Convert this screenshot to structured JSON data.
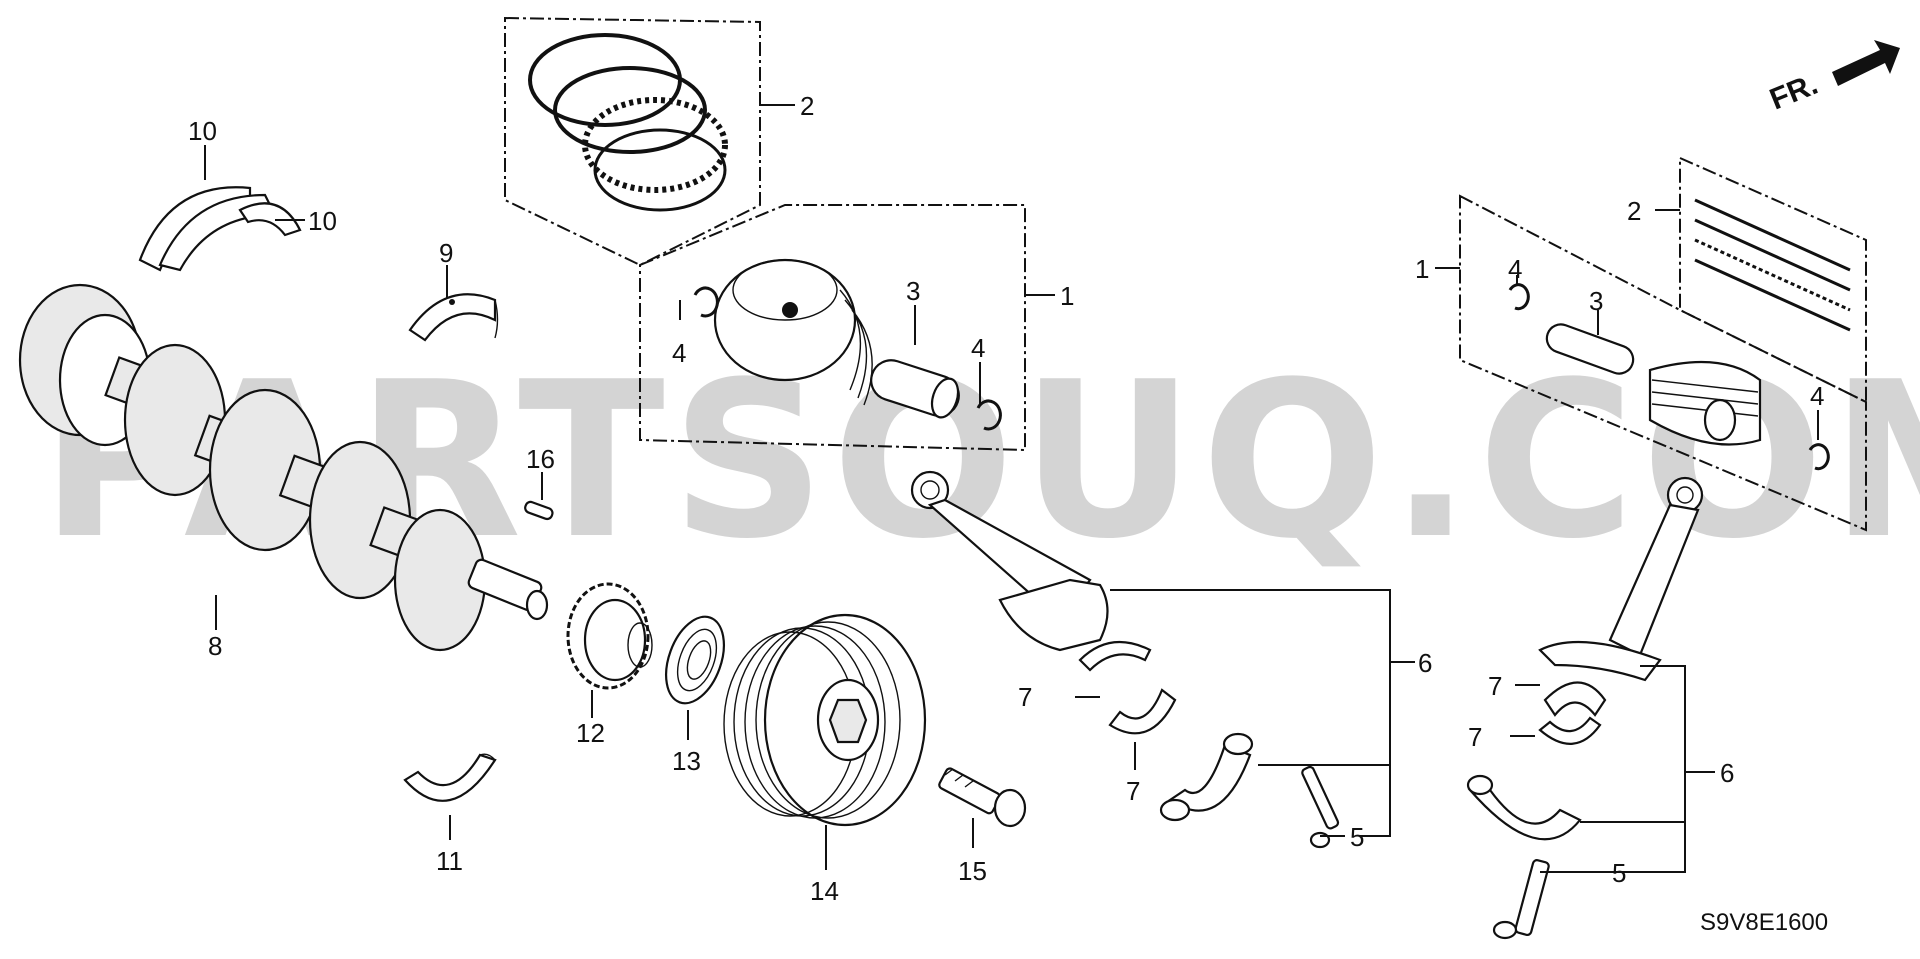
{
  "diagram": {
    "orientation_label": "FR.",
    "diagram_code": "S9V8E1600",
    "watermark": "PARTSOUQ.COM",
    "callouts": {
      "piston_left": "1",
      "piston_right": "1",
      "rings_left": "2",
      "rings_right": "2",
      "pin_left": "3",
      "pin_right": "3",
      "clip_a": "4",
      "clip_b": "4",
      "clip_c": "4",
      "clip_d": "4",
      "bolt_left": "5",
      "bolt_right": "5",
      "rod_left": "6",
      "rod_right": "6",
      "bearing_a": "7",
      "bearing_b": "7",
      "bearing_c": "7",
      "bearing_d": "7",
      "crankshaft": "8",
      "upper_main_bearing": "9",
      "thrust_washer_a": "10",
      "thrust_washer_b": "10",
      "lower_main_bearing": "11",
      "timing_sprocket": "12",
      "oil_seal": "13",
      "pulley": "14",
      "pulley_bolt": "15",
      "key": "16"
    }
  }
}
